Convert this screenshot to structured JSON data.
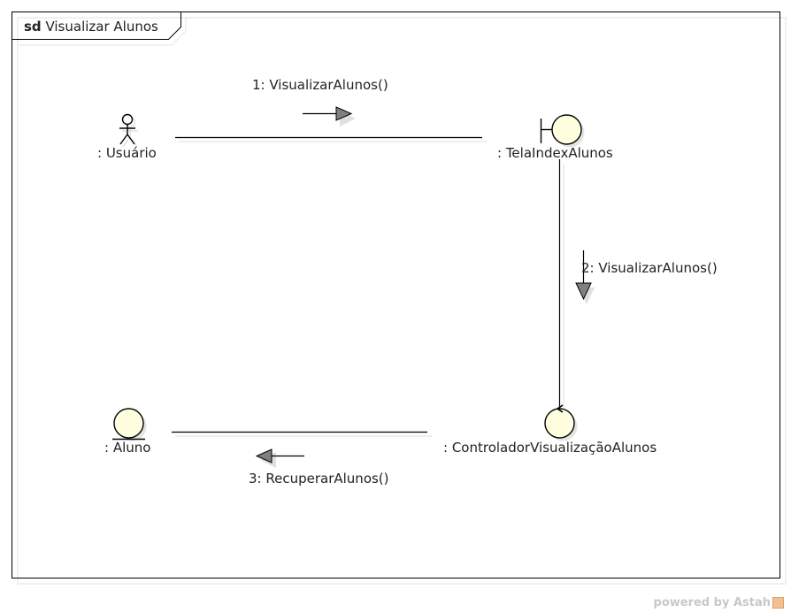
{
  "frame": {
    "keyword": "sd",
    "title": "Visualizar Alunos"
  },
  "lifelines": {
    "usuario": ": Usuário",
    "tela": ": TelaIndexAlunos",
    "controlador": ": ControladorVisualizaçãoAlunos",
    "aluno": ": Aluno"
  },
  "messages": {
    "m1": "1: VisualizarAlunos()",
    "m2": "2: VisualizarAlunos()",
    "m3": "3: RecuperarAlunos()"
  },
  "watermark": {
    "text": "powered by Astah"
  },
  "colors": {
    "entity_fill": "#ffffe0",
    "arrow_fill": "#808080",
    "shadow": "#dcdcdc",
    "frame": "#000000"
  }
}
